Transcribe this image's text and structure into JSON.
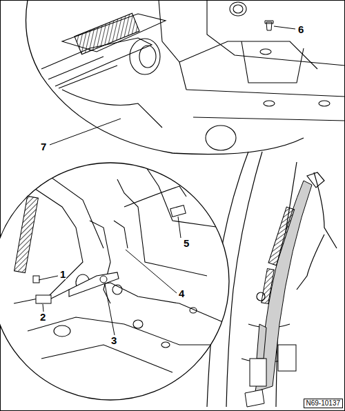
{
  "diagram": {
    "labels": [
      "6",
      "7",
      "1",
      "5",
      "4",
      "2",
      "3",
      "N69-10137"
    ]
  }
}
